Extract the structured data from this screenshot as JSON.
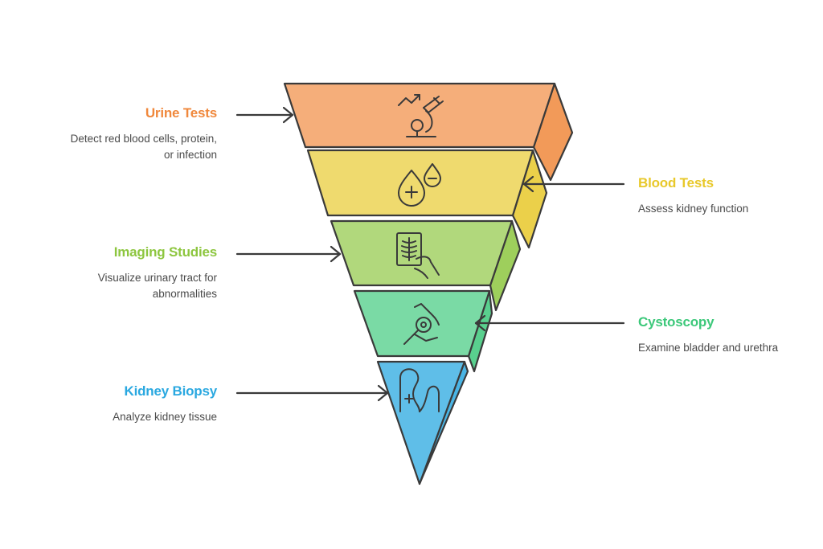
{
  "colors": {
    "outline": "#3a3a3a",
    "urine": "#f0883c",
    "blood": "#e8c82a",
    "imaging": "#8dc63f",
    "cystoscopy": "#3cc87a",
    "biopsy": "#2aa8e0"
  },
  "levels": [
    {
      "id": "urine",
      "title": "Urine Tests",
      "description": "Detect red blood cells, protein,\nor infection",
      "icon": "microscope-trend-icon",
      "side": "left"
    },
    {
      "id": "blood",
      "title": "Blood Tests",
      "description": "Assess kidney function",
      "icon": "blood-drop-plus-minus-icon",
      "side": "right"
    },
    {
      "id": "imaging",
      "title": "Imaging Studies",
      "description": "Visualize urinary tract for\nabnormalities",
      "icon": "xray-scan-icon",
      "side": "left"
    },
    {
      "id": "cystoscopy",
      "title": "Cystoscopy",
      "description": "Examine bladder and urethra",
      "icon": "cystoscope-icon",
      "side": "right"
    },
    {
      "id": "biopsy",
      "title": "Kidney Biopsy",
      "description": "Analyze kidney tissue",
      "icon": "kidney-needle-icon",
      "side": "left"
    }
  ]
}
